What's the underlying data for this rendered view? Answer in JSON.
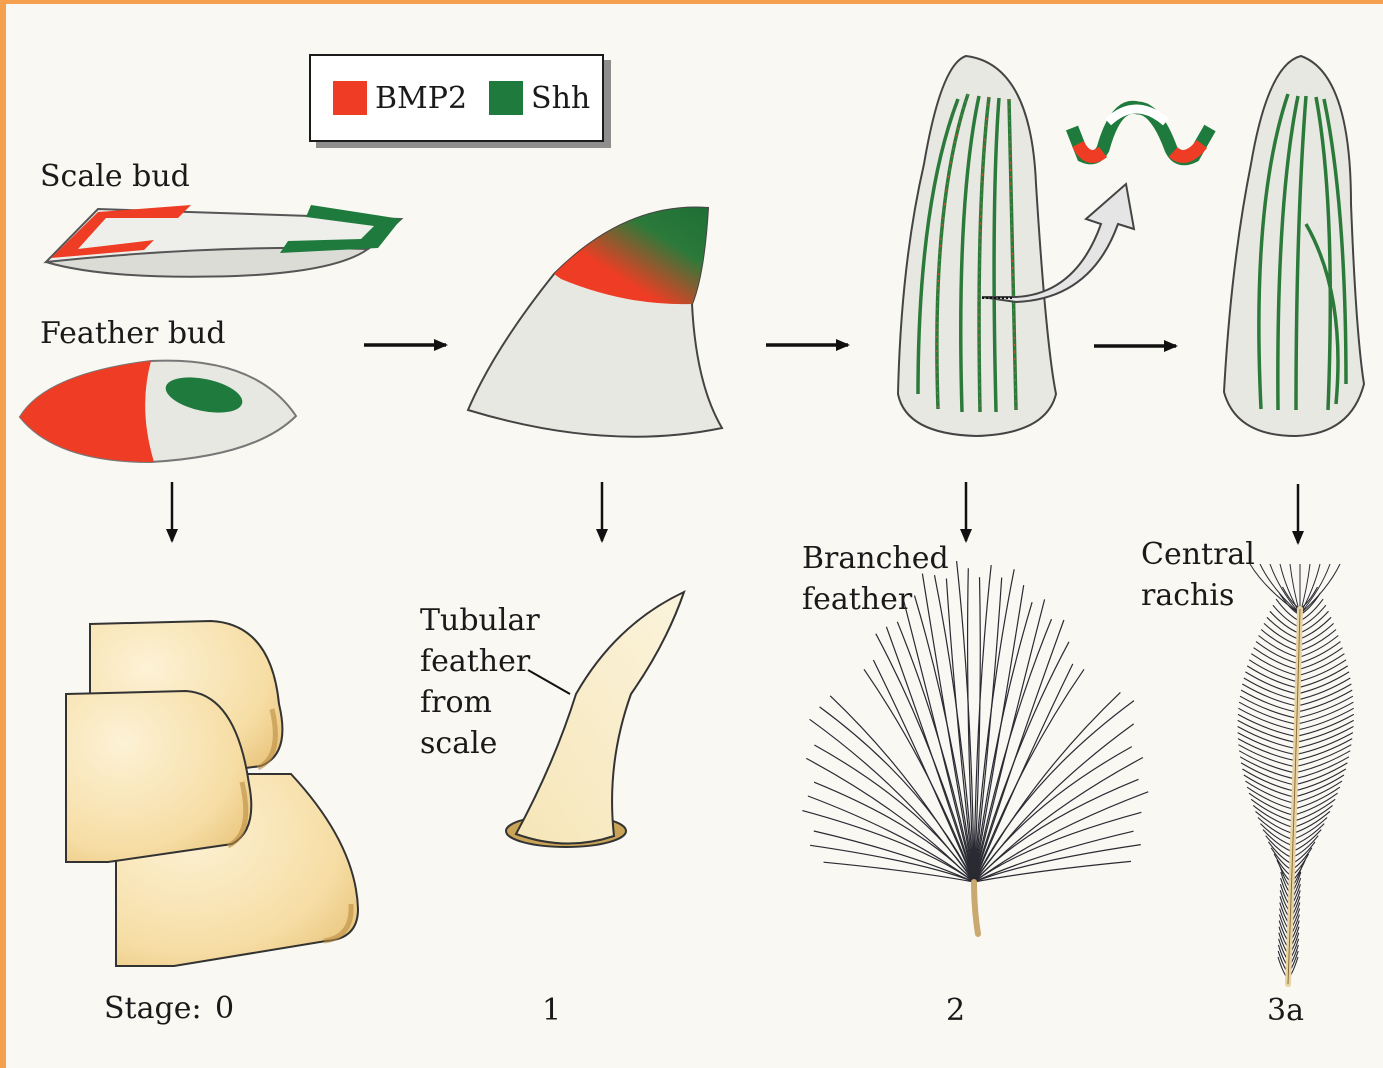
{
  "legend": {
    "items": [
      {
        "label": "BMP2",
        "color": "#ee3d24"
      },
      {
        "label": "Shh",
        "color": "#1f7a3d"
      }
    ]
  },
  "labels": {
    "scale_bud": "Scale bud",
    "feather_bud": "Feather bud",
    "tubular": [
      "Tubular",
      "feather",
      "from",
      "scale"
    ],
    "branched": [
      "Branched",
      "feather"
    ],
    "central": [
      "Central",
      "rachis"
    ]
  },
  "stages": {
    "prefix": "Stage:",
    "values": [
      "0",
      "1",
      "2",
      "3a"
    ]
  },
  "colors": {
    "frame": "#f5a04e",
    "bud_gray": "#e6e6e1",
    "scale_tan": "#f3d9a0",
    "barb": "#2a2a33"
  }
}
